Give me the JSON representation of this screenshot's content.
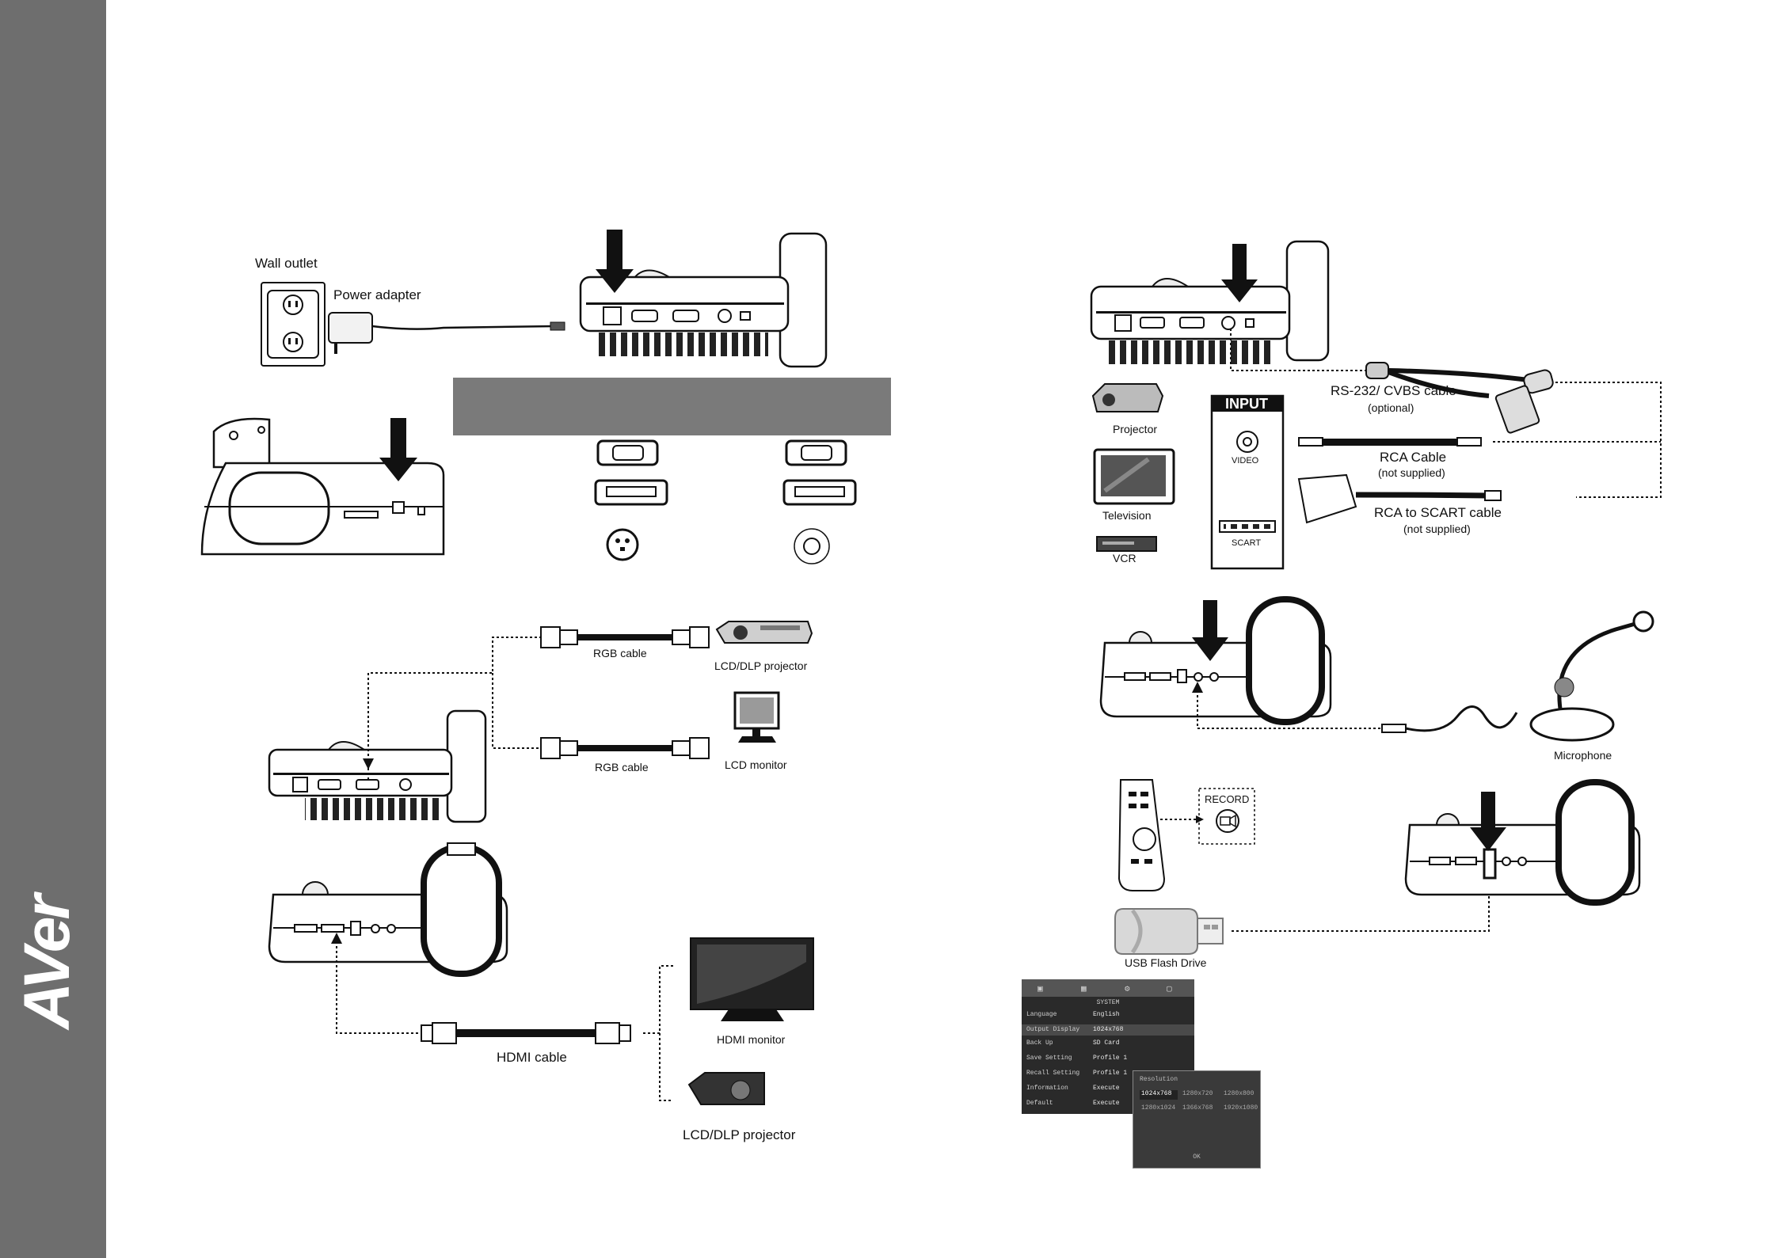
{
  "brand": {
    "logo_text": "AVer"
  },
  "power": {
    "wall_outlet": "Wall outlet",
    "power_adapter": "Power adapter"
  },
  "output_table": {
    "header_left": "",
    "header_right": ""
  },
  "rgb": {
    "cable_1": "RGB cable",
    "cable_2": "RGB cable",
    "projector": "LCD/DLP projector",
    "monitor": "LCD monitor"
  },
  "hdmi": {
    "cable": "HDMI cable",
    "monitor": "HDMI monitor",
    "projector": "LCD/DLP projector"
  },
  "video": {
    "rs232_cable": "RS-232/ CVBS cable",
    "rs232_note": "(optional)",
    "projector": "Projector",
    "television": "Television",
    "vcr": "VCR",
    "input_header": "INPUT",
    "video_port": "VIDEO",
    "scart_port": "SCART",
    "rca_cable": "RCA Cable",
    "rca_note": "(not supplied)",
    "scart_cable": "RCA to SCART cable",
    "scart_note": "(not supplied)"
  },
  "mic": {
    "microphone": "Microphone"
  },
  "usb": {
    "record": "RECORD",
    "flash_drive": "USB Flash Drive"
  },
  "osd": {
    "header": "SYSTEM",
    "rows": [
      {
        "label": "Language",
        "value": "English"
      },
      {
        "label": "Output Display",
        "value": "1024x768"
      },
      {
        "label": "Back Up",
        "value": "SD Card"
      },
      {
        "label": "Save Setting",
        "value": "Profile 1"
      },
      {
        "label": "Recall Setting",
        "value": "Profile 1"
      },
      {
        "label": "Information",
        "value": "Execute"
      },
      {
        "label": "Default",
        "value": "Execute"
      }
    ],
    "popup": {
      "title": "Resolution",
      "options": [
        "1024x768",
        "1280x720",
        "1280x800",
        "1280x1024",
        "1366x768",
        "1920x1080"
      ],
      "footer": "OK"
    }
  }
}
